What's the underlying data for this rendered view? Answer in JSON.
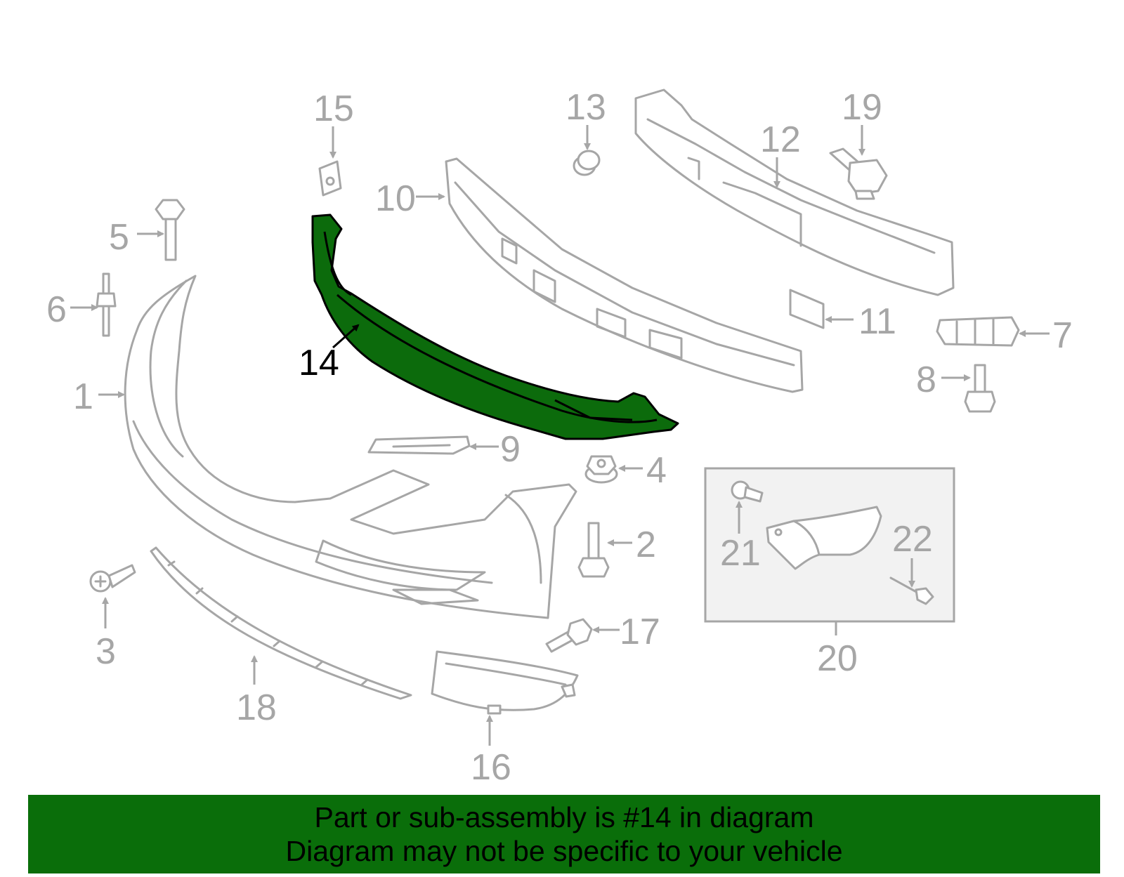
{
  "diagram": {
    "highlighted_part": "14",
    "callouts": [
      "1",
      "2",
      "3",
      "4",
      "5",
      "6",
      "7",
      "8",
      "9",
      "10",
      "11",
      "12",
      "13",
      "14",
      "15",
      "16",
      "17",
      "18",
      "19",
      "20",
      "21",
      "22"
    ]
  },
  "banner": {
    "line1": "Part or sub-assembly is #14 in diagram",
    "line2": "Diagram may not be specific to your vehicle"
  },
  "colors": {
    "part_outline": "#a6a6a6",
    "highlight_fill": "#0c6b0c",
    "banner_bg": "#0a6e0a",
    "text": "#000000"
  }
}
